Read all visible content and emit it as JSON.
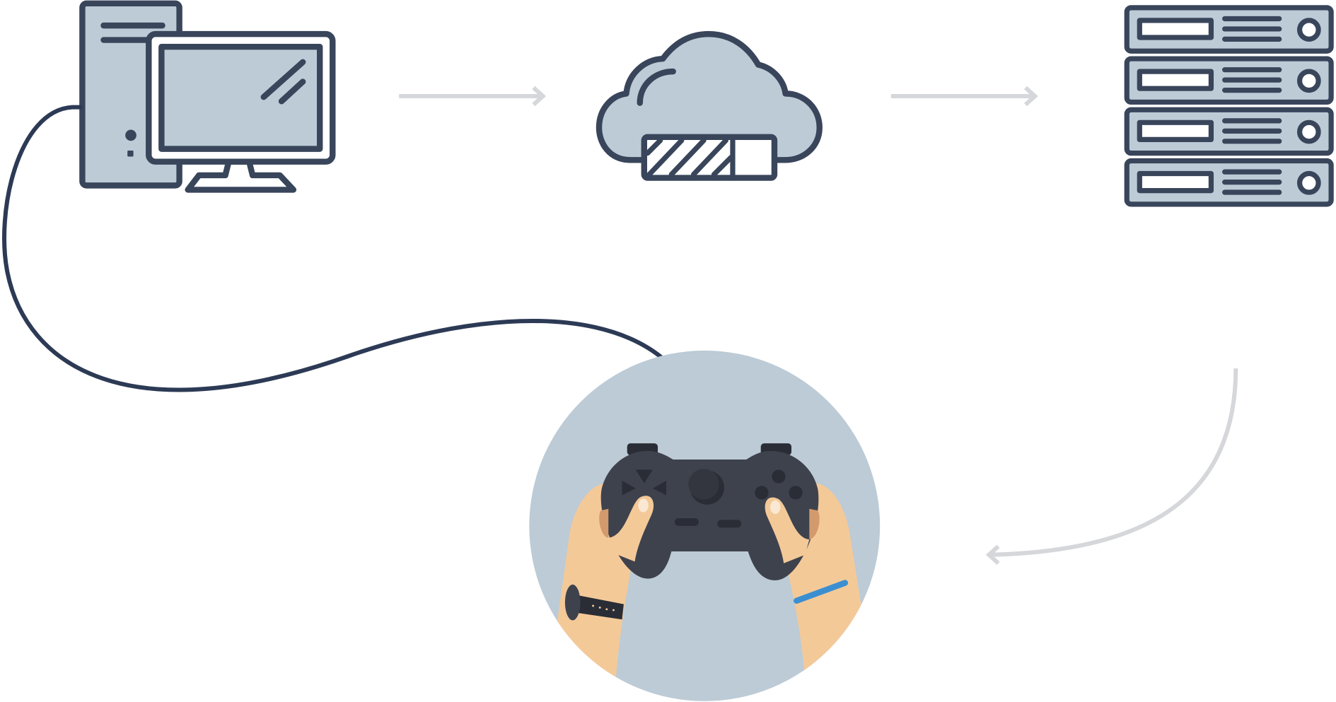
{
  "diagram": {
    "nodes": [
      {
        "id": "pc",
        "icon": "desktop-computer-icon"
      },
      {
        "id": "cloud",
        "icon": "cloud-upload-progress-icon"
      },
      {
        "id": "servers",
        "icon": "server-rack-icon"
      },
      {
        "id": "player",
        "icon": "gamepad-hands-icon"
      }
    ],
    "flow": [
      "pc",
      "cloud",
      "servers",
      "player"
    ],
    "colors": {
      "outline": "#39455a",
      "fill": "#bccbd6",
      "arrow": "#d6d7db",
      "skin": "#f4c998",
      "skin_shadow": "#d29a6d",
      "controller": "#3e424d",
      "controller_dark": "#2a2d35",
      "wristband": "#3b8fd1",
      "cable": "#2c3a55"
    }
  }
}
